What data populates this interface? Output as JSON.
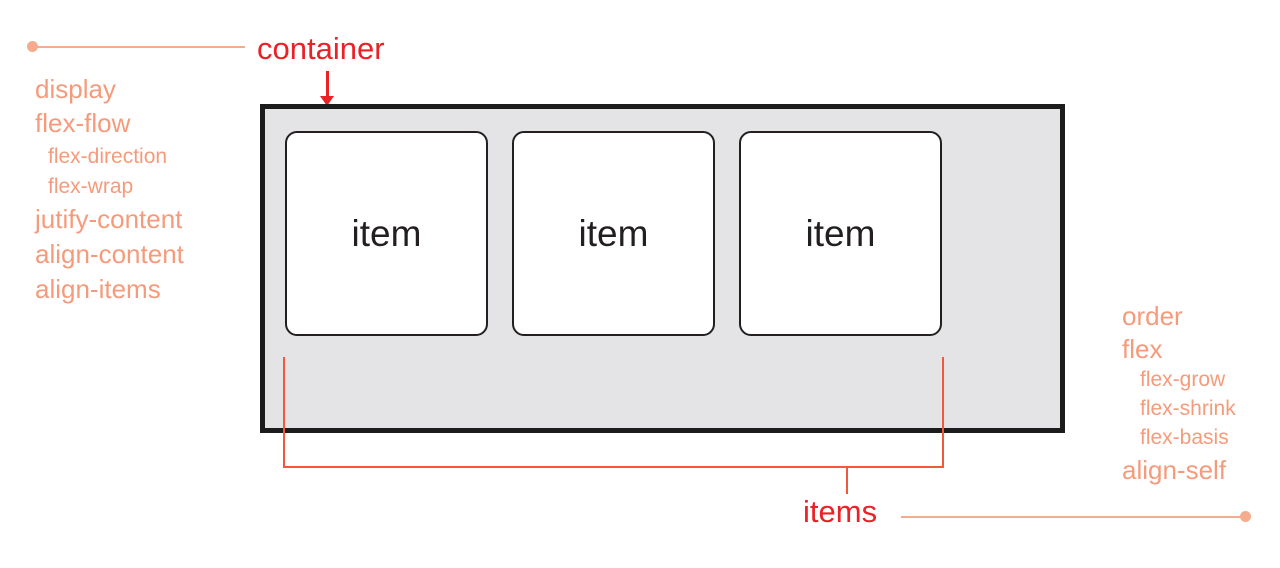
{
  "labels": {
    "container": "container",
    "items": "items"
  },
  "flex_container": {
    "items": [
      {
        "label": "item"
      },
      {
        "label": "item"
      },
      {
        "label": "item"
      }
    ]
  },
  "container_properties": [
    {
      "label": "display",
      "level": "main"
    },
    {
      "label": "flex-flow",
      "level": "main"
    },
    {
      "label": "flex-direction",
      "level": "sub"
    },
    {
      "label": "flex-wrap",
      "level": "sub"
    },
    {
      "label": "jutify-content",
      "level": "main"
    },
    {
      "label": "align-content",
      "level": "main"
    },
    {
      "label": "align-items",
      "level": "main"
    }
  ],
  "item_properties": [
    {
      "label": "order",
      "level": "main"
    },
    {
      "label": "flex",
      "level": "main"
    },
    {
      "label": "flex-grow",
      "level": "sub"
    },
    {
      "label": "flex-shrink",
      "level": "sub"
    },
    {
      "label": "flex-basis",
      "level": "sub"
    },
    {
      "label": "align-self",
      "level": "main"
    }
  ],
  "colors": {
    "label_red": "#ea2127",
    "property_salmon": "#f59b7b",
    "connector_light": "#f5ab8e",
    "bracket_red": "#f1583c",
    "container_fill": "#e4e4e6",
    "container_border": "#1c1c1c",
    "item_border": "#231f20",
    "item_text": "#231f20",
    "background": "#ffffff"
  }
}
